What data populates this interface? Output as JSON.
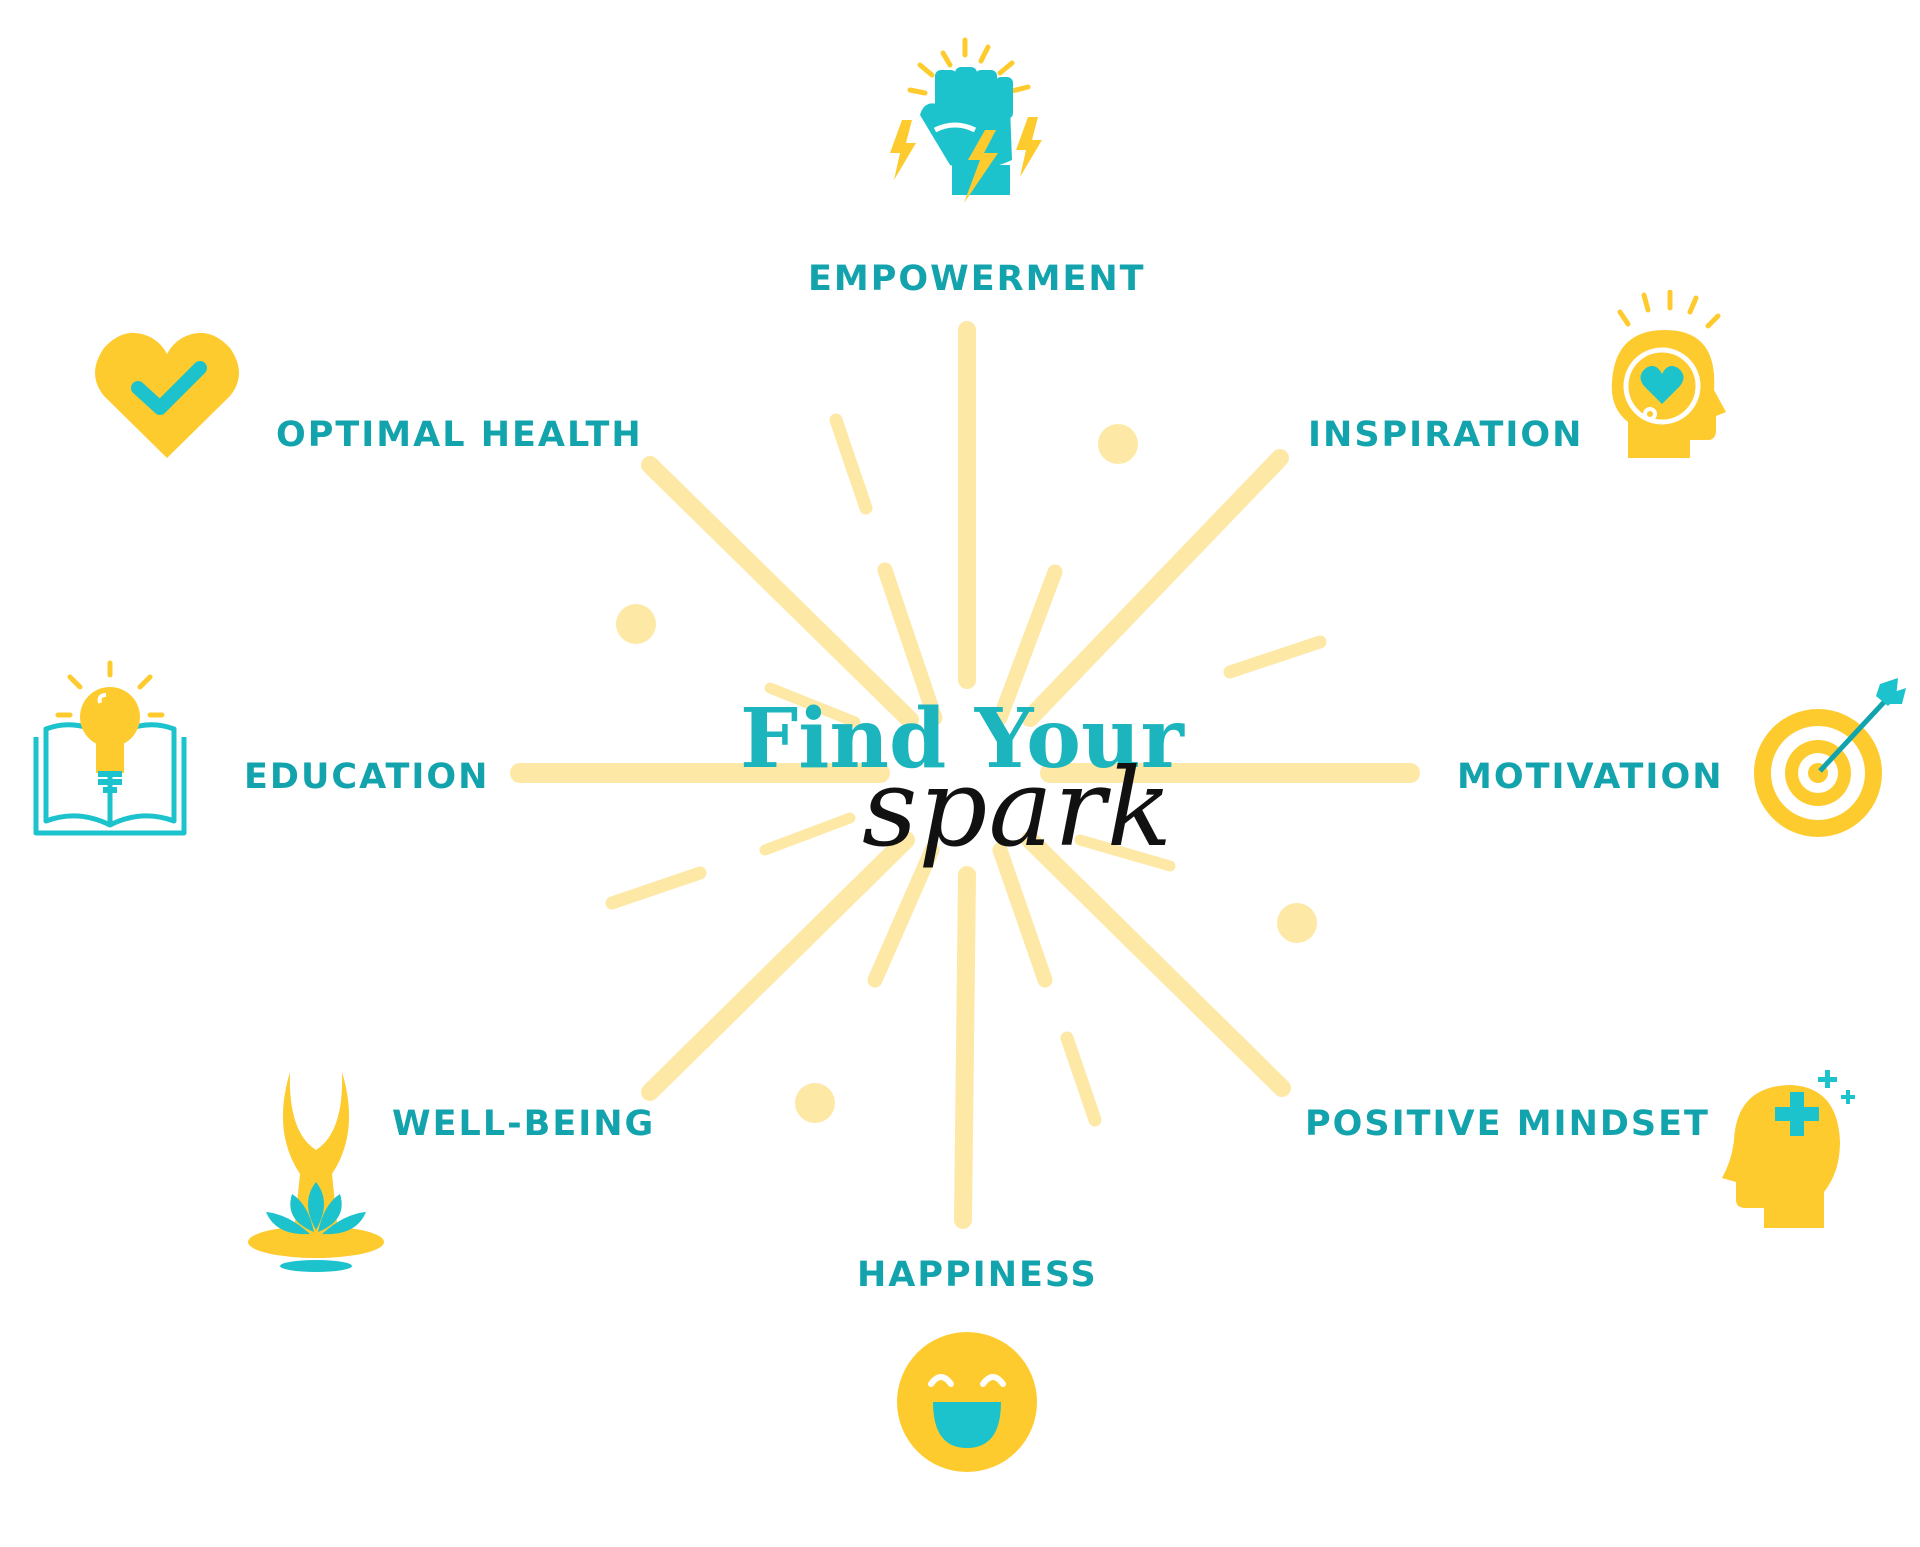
{
  "title": {
    "main": "Find Your",
    "script": "spark"
  },
  "colors": {
    "teal": "#12a3ac",
    "teal_bright": "#1cc3cc",
    "yellow": "#fecb2f",
    "ray": "#fde8a6"
  },
  "nodes": [
    {
      "id": "empowerment",
      "label": "EMPOWERMENT",
      "icon": "fist-lightning-icon"
    },
    {
      "id": "inspiration",
      "label": "INSPIRATION",
      "icon": "head-heart-icon"
    },
    {
      "id": "motivation",
      "label": "MOTIVATION",
      "icon": "target-arrow-icon"
    },
    {
      "id": "positive-mindset",
      "label": "POSITIVE MINDSET",
      "icon": "head-plus-icon"
    },
    {
      "id": "happiness",
      "label": "HAPPINESS",
      "icon": "smiley-icon"
    },
    {
      "id": "well-being",
      "label": "WELL-BEING",
      "icon": "lotus-figure-icon"
    },
    {
      "id": "education",
      "label": "EDUCATION",
      "icon": "book-bulb-icon"
    },
    {
      "id": "optimal-health",
      "label": "OPTIMAL HEALTH",
      "icon": "heart-check-icon"
    }
  ]
}
